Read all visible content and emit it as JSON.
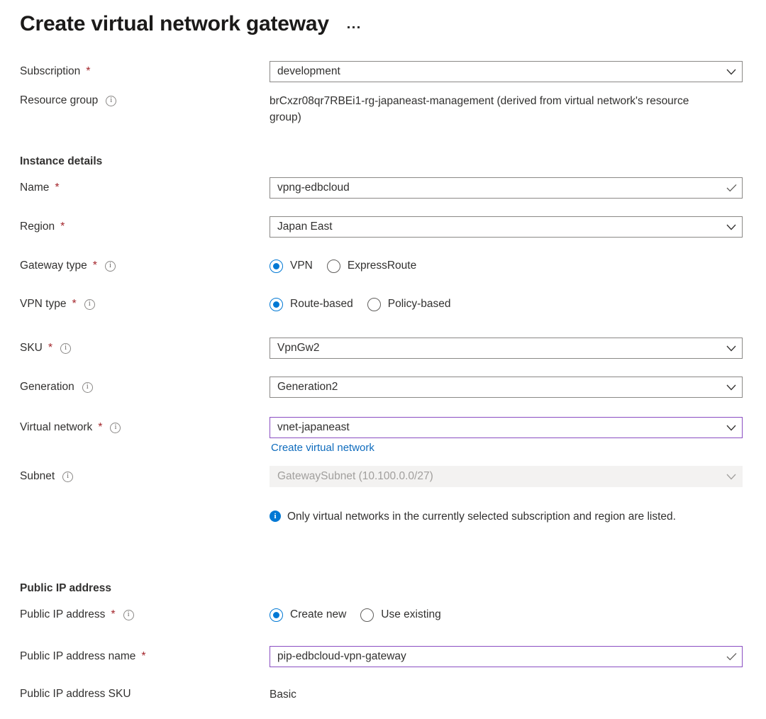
{
  "header": {
    "title": "Create virtual network gateway",
    "more_menu": "…",
    "more_menu_name": "more-options"
  },
  "form": {
    "subscription": {
      "label": "Subscription",
      "required": true,
      "value": "development",
      "control": "dropdown"
    },
    "resource_group": {
      "label": "Resource group",
      "info": true,
      "value": "brCxzr08qr7RBEi1-rg-japaneast-management (derived from virtual network's resource group)"
    },
    "instance_details_heading": "Instance details",
    "name": {
      "label": "Name",
      "required": true,
      "value": "vpng-edbcloud",
      "control": "textbox",
      "validated": true
    },
    "region": {
      "label": "Region",
      "required": true,
      "value": "Japan East",
      "control": "dropdown"
    },
    "gateway_type": {
      "label": "Gateway type",
      "required": true,
      "info": true,
      "options": [
        {
          "label": "VPN",
          "selected": true
        },
        {
          "label": "ExpressRoute",
          "selected": false
        }
      ]
    },
    "vpn_type": {
      "label": "VPN type",
      "required": true,
      "info": true,
      "options": [
        {
          "label": "Route-based",
          "selected": true
        },
        {
          "label": "Policy-based",
          "selected": false
        }
      ]
    },
    "sku": {
      "label": "SKU",
      "required": true,
      "info": true,
      "value": "VpnGw2",
      "control": "dropdown"
    },
    "generation": {
      "label": "Generation",
      "info": true,
      "value": "Generation2",
      "control": "dropdown"
    },
    "virtual_network": {
      "label": "Virtual network",
      "required": true,
      "info": true,
      "value": "vnet-japaneast",
      "control": "dropdown",
      "accent": true,
      "link": "Create virtual network"
    },
    "subnet": {
      "label": "Subnet",
      "info": true,
      "value": "GatewaySubnet (10.100.0.0/27)",
      "control": "dropdown",
      "disabled": true
    },
    "vnet_info_message": "Only virtual networks in the currently selected subscription and region are listed.",
    "public_ip_heading": "Public IP address",
    "public_ip_address": {
      "label": "Public IP address",
      "required": true,
      "info": true,
      "options": [
        {
          "label": "Create new",
          "selected": true
        },
        {
          "label": "Use existing",
          "selected": false
        }
      ]
    },
    "public_ip_name": {
      "label": "Public IP address name",
      "required": true,
      "value": "pip-edbcloud-vpn-gateway",
      "control": "textbox",
      "accent": true,
      "validated": true
    },
    "public_ip_sku": {
      "label": "Public IP address SKU",
      "value": "Basic"
    }
  },
  "colors": {
    "accent_border": "#8a4ec2",
    "radio_blue": "#0078d4",
    "link_blue": "#0f6cbd",
    "required_red": "#a4262c",
    "text": "#323130",
    "disabled_bg": "#f3f2f1",
    "disabled_text": "#a19f9d",
    "border": "#8a8886"
  },
  "icons": {
    "chevron_down": "chevron-down-icon",
    "check": "check-icon",
    "info_circle": "info-icon",
    "info_filled": "info-filled-icon"
  }
}
